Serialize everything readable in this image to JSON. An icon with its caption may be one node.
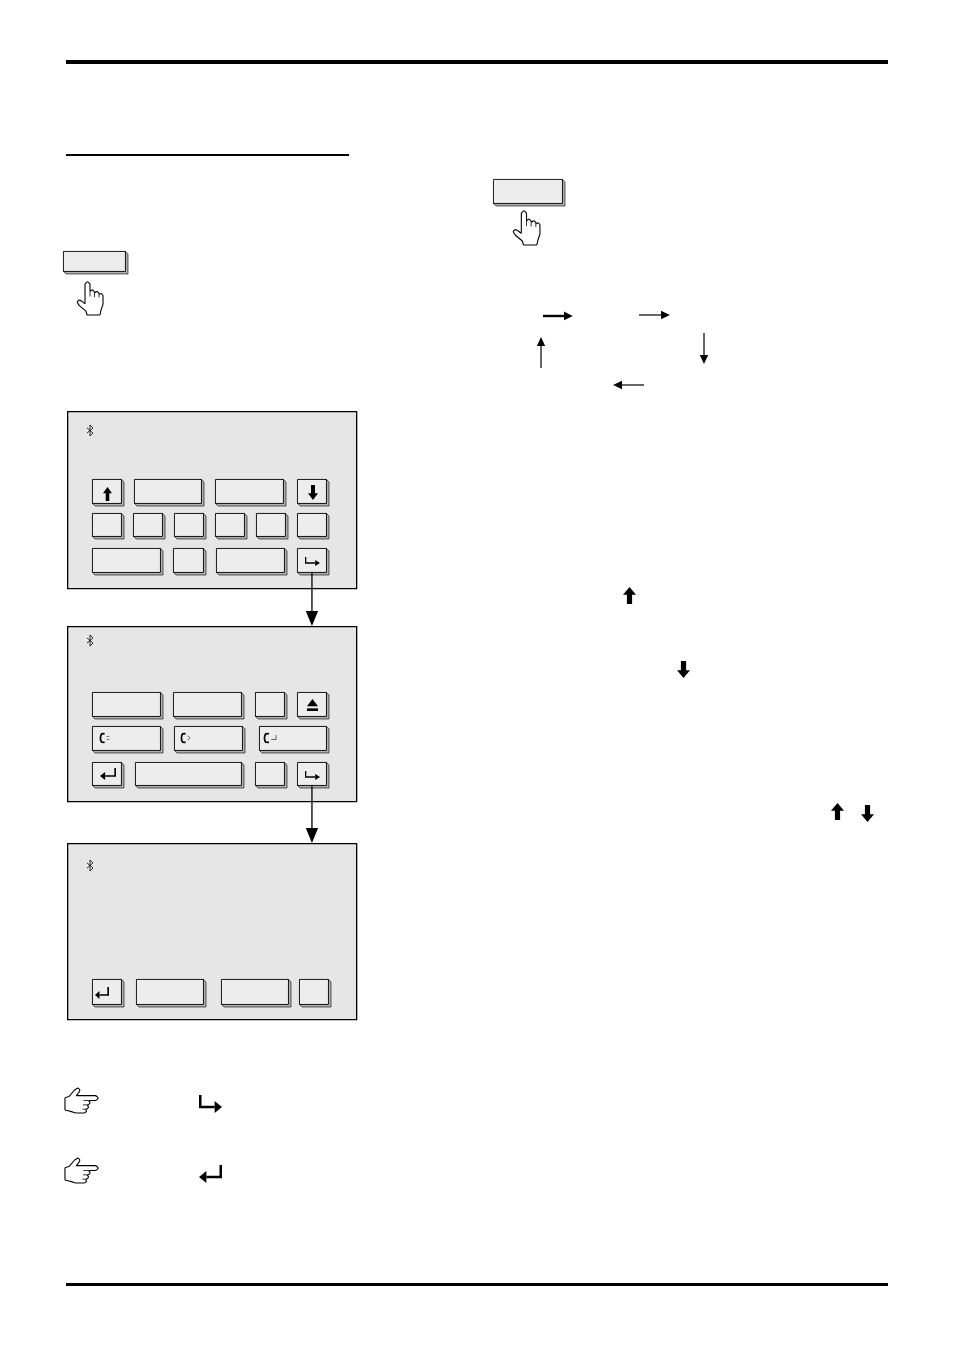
{
  "diagram": {
    "nodes": [
      {
        "text": [],
        "shape": "box"
      },
      {
        "text": [],
        "shape": "box"
      },
      {
        "text": [],
        "shape": "box",
        "in": 1
      },
      {
        "text": [],
        "shape": "box",
        "in": 1
      },
      {
        "text": [],
        "shape": "box",
        "in": 1
      },
      {
        "text": [],
        "shape": "box",
        "in": 1
      },
      {
        "text": [],
        "shape": "box",
        "in": 1
      },
      {
        "text": [],
        "shape": "box",
        "in": 1
      },
      {
        "text": [],
        "shape": "box",
        "in": 1
      },
      {
        "text": [],
        "shape": "box",
        "in": 1
      },
      {
        "text": [],
        "shape": "box",
        "in": 1
      },
      {
        "text": [],
        "shape": "box",
        "in": 1
      },
      {
        "text": [],
        "shape": "box",
        "in": 1
      },
      {
        "text": [],
        "shape": "box",
        "in": 1
      },
      {
        "text": [],
        "shape": "box",
        "in": 1
      },
      {
        "text": [],
        "shape": "box",
        "in": 1
      },
      {
        "text": [],
        "shape": "box"
      },
      {
        "text": [],
        "shape": "box",
        "in": 16
      },
      {
        "text": [],
        "shape": "box",
        "in": 16
      },
      {
        "text": [],
        "shape": "box",
        "in": 16
      },
      {
        "text": [],
        "shape": "box",
        "in": 16
      },
      {
        "text": [],
        "shape": "box",
        "in": 16
      },
      {
        "text": [],
        "shape": "box",
        "in": 16
      },
      {
        "text": [],
        "shape": "box",
        "in": 16
      },
      {
        "text": [],
        "shape": "box",
        "in": 16
      },
      {
        "text": [],
        "shape": "box",
        "in": 16
      },
      {
        "text": [],
        "shape": "box",
        "in": 16
      },
      {
        "text": [],
        "shape": "box",
        "in": 16
      },
      {
        "text": [],
        "shape": "box"
      },
      {
        "text": [],
        "shape": "box",
        "in": 28
      },
      {
        "text": [],
        "shape": "box",
        "in": 28
      },
      {
        "text": [],
        "shape": "box",
        "in": 28
      },
      {
        "text": [],
        "shape": "box",
        "in": 28
      },
      {
        "text": [],
        "shape": "box"
      }
    ],
    "edges": [
      {
        "from": 15,
        "to": 16,
        "arrow": "to"
      },
      {
        "from": 27,
        "to": 28,
        "arrow": "to"
      }
    ]
  }
}
